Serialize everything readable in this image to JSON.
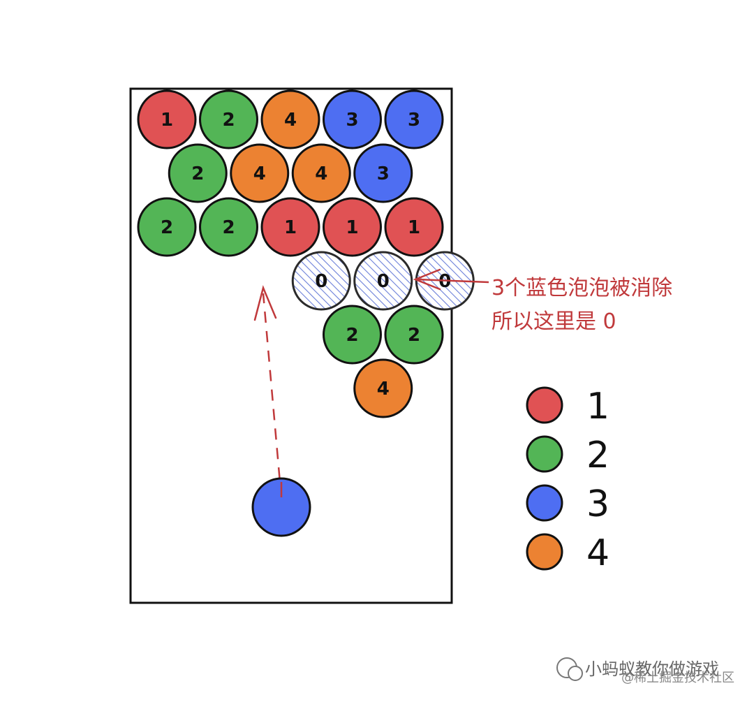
{
  "colors": {
    "1": "#e05254",
    "2": "#53b556",
    "3": "#4e6ef2",
    "4": "#ec8232",
    "empty_hatch": "#6b7fd9",
    "arrow": "#c0393b",
    "frame": "#111111"
  },
  "rows": [
    [
      1,
      2,
      4,
      3,
      3
    ],
    [
      2,
      4,
      4,
      3
    ],
    [
      2,
      2,
      1,
      1,
      1
    ],
    [
      null,
      null,
      0,
      0,
      0
    ],
    [
      null,
      null,
      null,
      2,
      2
    ],
    [
      null,
      null,
      null,
      4
    ]
  ],
  "shooter": {
    "color_key": "3"
  },
  "annotation": {
    "line1": "3个蓝色泡泡被消除",
    "line2": "所以这里是 0"
  },
  "legend": [
    {
      "color_key": "1",
      "label": "1"
    },
    {
      "color_key": "2",
      "label": "2"
    },
    {
      "color_key": "3",
      "label": "3"
    },
    {
      "color_key": "4",
      "label": "4"
    }
  ],
  "watermark": {
    "main": "小蚂蚁教你做游戏",
    "sub": "@稀土掘金技术社区"
  }
}
